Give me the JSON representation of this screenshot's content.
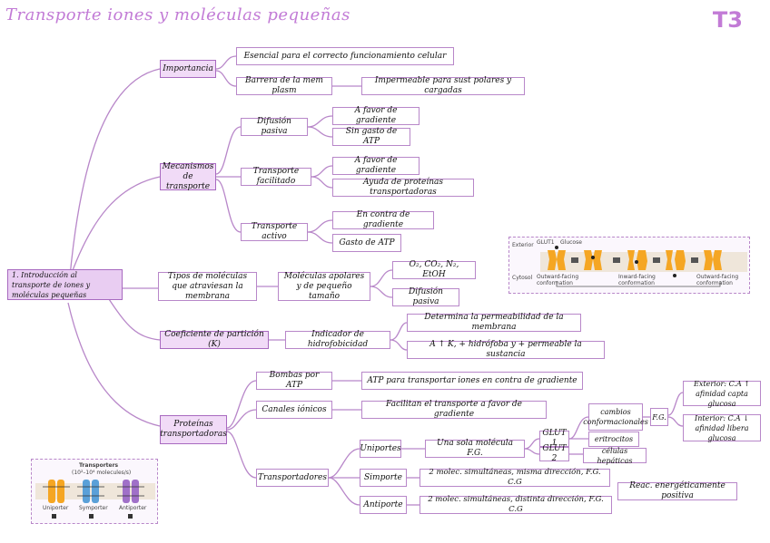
{
  "header": {
    "title": "Transporte iones y moléculas pequeñas",
    "badge": "T3"
  },
  "root": {
    "label": "1. Introducción al transporte de iones y moléculas pequeñas"
  },
  "importancia": {
    "label": "Importancia",
    "esencial": "Esencial para el correcto funcionamiento celular",
    "barrera": "Barrera de la mem plasm",
    "impermeable": "Impermeable para sust polares y cargadas"
  },
  "mecanismos": {
    "label": "Mecanismos de transporte",
    "difusion": "Difusión pasiva",
    "difusion_a": "A favor de gradiente",
    "difusion_b": "Sin gasto de ATP",
    "facilitado": "Transporte facilitado",
    "facilitado_a": "A favor de gradiente",
    "facilitado_b": "Ayuda de proteínas transportadoras",
    "activo": "Transporte activo",
    "activo_a": "En contra de gradiente",
    "activo_b": "Gasto de ATP"
  },
  "tipos": {
    "label": "Tipos de moléculas que atraviesan la membrana",
    "apolares": "Moléculas apolares y de pequeño tamaño",
    "ejemplos": "O₂, CO₂, N₂, EtOH",
    "difusion": "Difusión pasiva"
  },
  "coeficiente": {
    "label": "Coeficiente de partición (K)",
    "indicador": "Indicador de hidrofobicidad",
    "determina": "Determina la permeabilidad de la membrana",
    "relacion": "A ↑ K, + hidrófoba y + permeable la sustancia"
  },
  "proteinas": {
    "label": "Proteínas transportadoras",
    "bombas": "Bombas por ATP",
    "bombas_desc": "ATP para transportar iones en contra de gradiente",
    "canales": "Canales iónicos",
    "canales_desc": "Facilitan el transporte a favor de gradiente",
    "transportadores": "Transportadores",
    "uniportes": "Uniportes",
    "uniportes_desc": "Una sola molécula F.G.",
    "glut1": "GLUT 1",
    "glut2": "GLUT 2",
    "cambios": "cambios conformacionales",
    "eritrocitos": "eritrocitos",
    "hepaticas": "células hepáticas",
    "fg": "F.G.",
    "exterior": "Exterior: C.A ↑ afinidad capta glucosa",
    "interior": "Interior: C.A ↓ afinidad libera glucosa",
    "simporte": "Simporte",
    "simporte_desc": "2 molec. simultáneas, misma dirección, F.G. C.G",
    "antiporte": "Antiporte",
    "antiporte_desc": "2 molec. simultáneas, distinta dirección, F.G. C.G",
    "reac": "Reac. energéticamente positiva"
  },
  "figure_glut": {
    "exterior": "Exterior",
    "cytosol": "Cytosol",
    "glut1": "GLUT1",
    "glucose": "Glucose",
    "outward": "Outward-facing conformation",
    "inward": "Inward-facing conformation",
    "outward2": "Outward-facing conformation"
  },
  "figure_transport": {
    "title": "Transporters",
    "subtitle": "(10²–10⁴ molecules/s)",
    "uniporter": "Uniporter",
    "symporter": "Symporter",
    "antiporter": "Antiporter"
  },
  "colors": {
    "accent": "#c27bd6",
    "line": "#b887c9",
    "fill_main": "#e9cdf2",
    "protein": "#f5a623"
  }
}
